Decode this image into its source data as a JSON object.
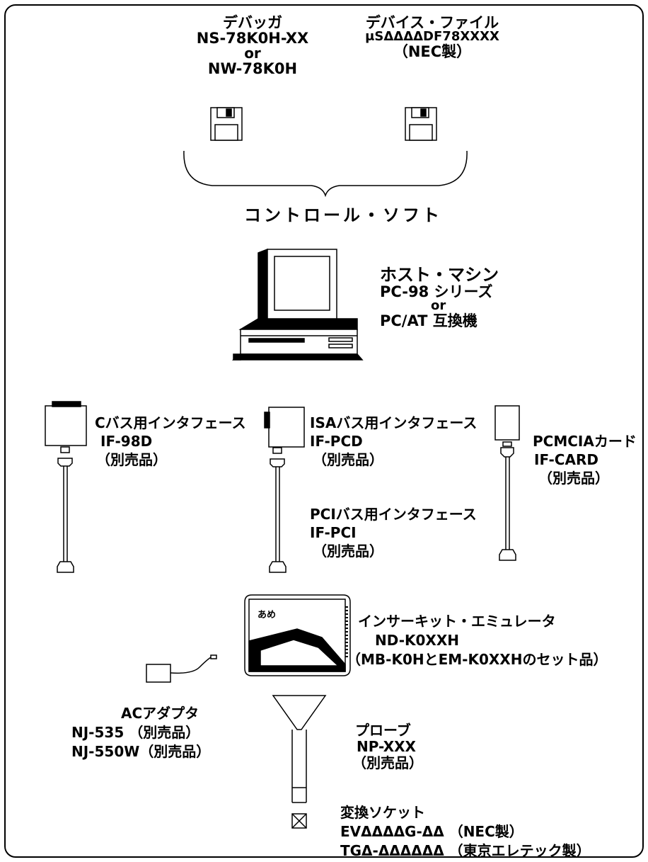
{
  "debugger": {
    "title": "デバッガ",
    "line1": "NS-78K0H-XX",
    "or": "or",
    "line2": "NW-78K0H"
  },
  "device_file": {
    "title": "デバイス・ファイル",
    "line1": "μSΔΔΔΔDF78XXXX",
    "line2": "（NEC製）"
  },
  "control_soft": "コントロール・ソフト",
  "host": {
    "title": "ホスト・マシン",
    "line1": "PC-98 シリーズ",
    "or": "or",
    "line2": "PC/AT 互換機"
  },
  "cbus": {
    "title": "Cバス用インタフェース",
    "model": "IF-98D",
    "note": "（別売品）"
  },
  "isa": {
    "title": "ISAバス用インタフェース",
    "model": "IF-PCD",
    "note": "（別売品）"
  },
  "pci": {
    "title": "PCIバス用インタフェース",
    "model": "IF-PCI",
    "note": "（別売品）"
  },
  "pcmcia": {
    "title": "PCMCIAカード",
    "model": "IF-CARD",
    "note": "（別売品）"
  },
  "emulator": {
    "title": "インサーキット・エミュレータ",
    "model": "ND-K0XXH",
    "set": "（MB-K0HとEM-K0XXHのセット品）",
    "logo": "あめ"
  },
  "adapter": {
    "title": "ACアダプタ",
    "line1": "NJ-535 （別売品）",
    "line2": "NJ-550W（別売品）"
  },
  "probe": {
    "title": "プローブ",
    "model": "NP-XXX",
    "note": "（別売品）"
  },
  "socket": {
    "title": "変換ソケット",
    "line1": "EVΔΔΔΔG-ΔΔ （NEC製）",
    "line2": "TGΔ-ΔΔΔΔΔΔ （東京エレテック製）"
  }
}
